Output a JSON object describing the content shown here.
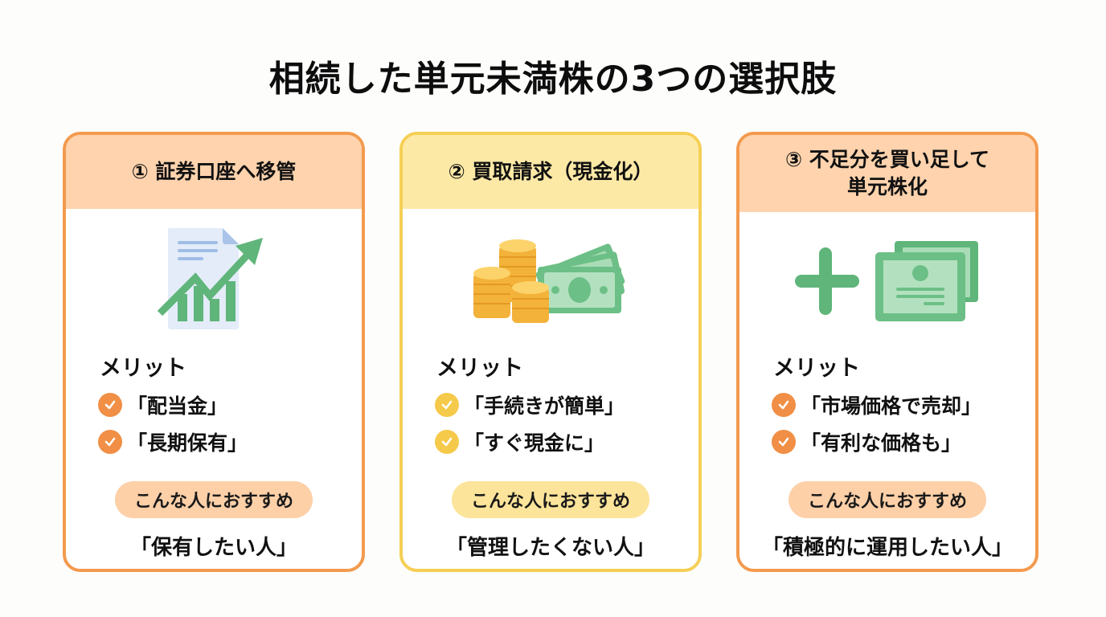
{
  "title": "相続した単元未満株の3つの選択肢",
  "colors": {
    "orange_border": "#f39a4e",
    "orange_header": "#fed3ad",
    "yellow_border": "#f5cf55",
    "yellow_header": "#fde9a6",
    "green_icon": "#5fb57a"
  },
  "cards": [
    {
      "header": "① 証券口座へ移管",
      "icon": "document-growth-chart-icon",
      "merit_title": "メリット",
      "merits": [
        "「配当金」",
        "「長期保有」"
      ],
      "recommend_label": "こんな人におすすめ",
      "target": "「保有したい人」"
    },
    {
      "header": "② 買取請求（現金化）",
      "icon": "coins-and-banknotes-icon",
      "merit_title": "メリット",
      "merits": [
        "「手続きが簡単」",
        "「すぐ現金に」"
      ],
      "recommend_label": "こんな人におすすめ",
      "target": "「管理したくない人」"
    },
    {
      "header": "③ 不足分を買い足して単元株化",
      "header_line1": "③ 不足分を買い足して",
      "header_line2": "単元株化",
      "icon": "plus-and-certificate-icon",
      "merit_title": "メリット",
      "merits": [
        "「市場価格で売却」",
        "「有利な価格も」"
      ],
      "recommend_label": "こんな人におすすめ",
      "target": "「積極的に運用したい人」"
    }
  ]
}
